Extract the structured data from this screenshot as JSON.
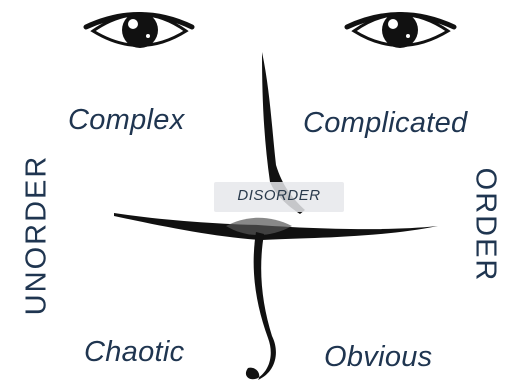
{
  "domains": {
    "complex": "Complex",
    "complicated": "Complicated",
    "chaotic": "Chaotic",
    "obvious": "Obvious"
  },
  "center": {
    "label": "DISORDER"
  },
  "axes": {
    "left": "UNORDER",
    "right": "ORDER"
  },
  "icons": {
    "left_eye": "eye-icon",
    "right_eye": "eye-icon",
    "nose": "nose-icon",
    "mouth": "mouth-icon"
  },
  "colors": {
    "text": "#1f3550",
    "ink": "#111111",
    "background": "#ffffff"
  }
}
